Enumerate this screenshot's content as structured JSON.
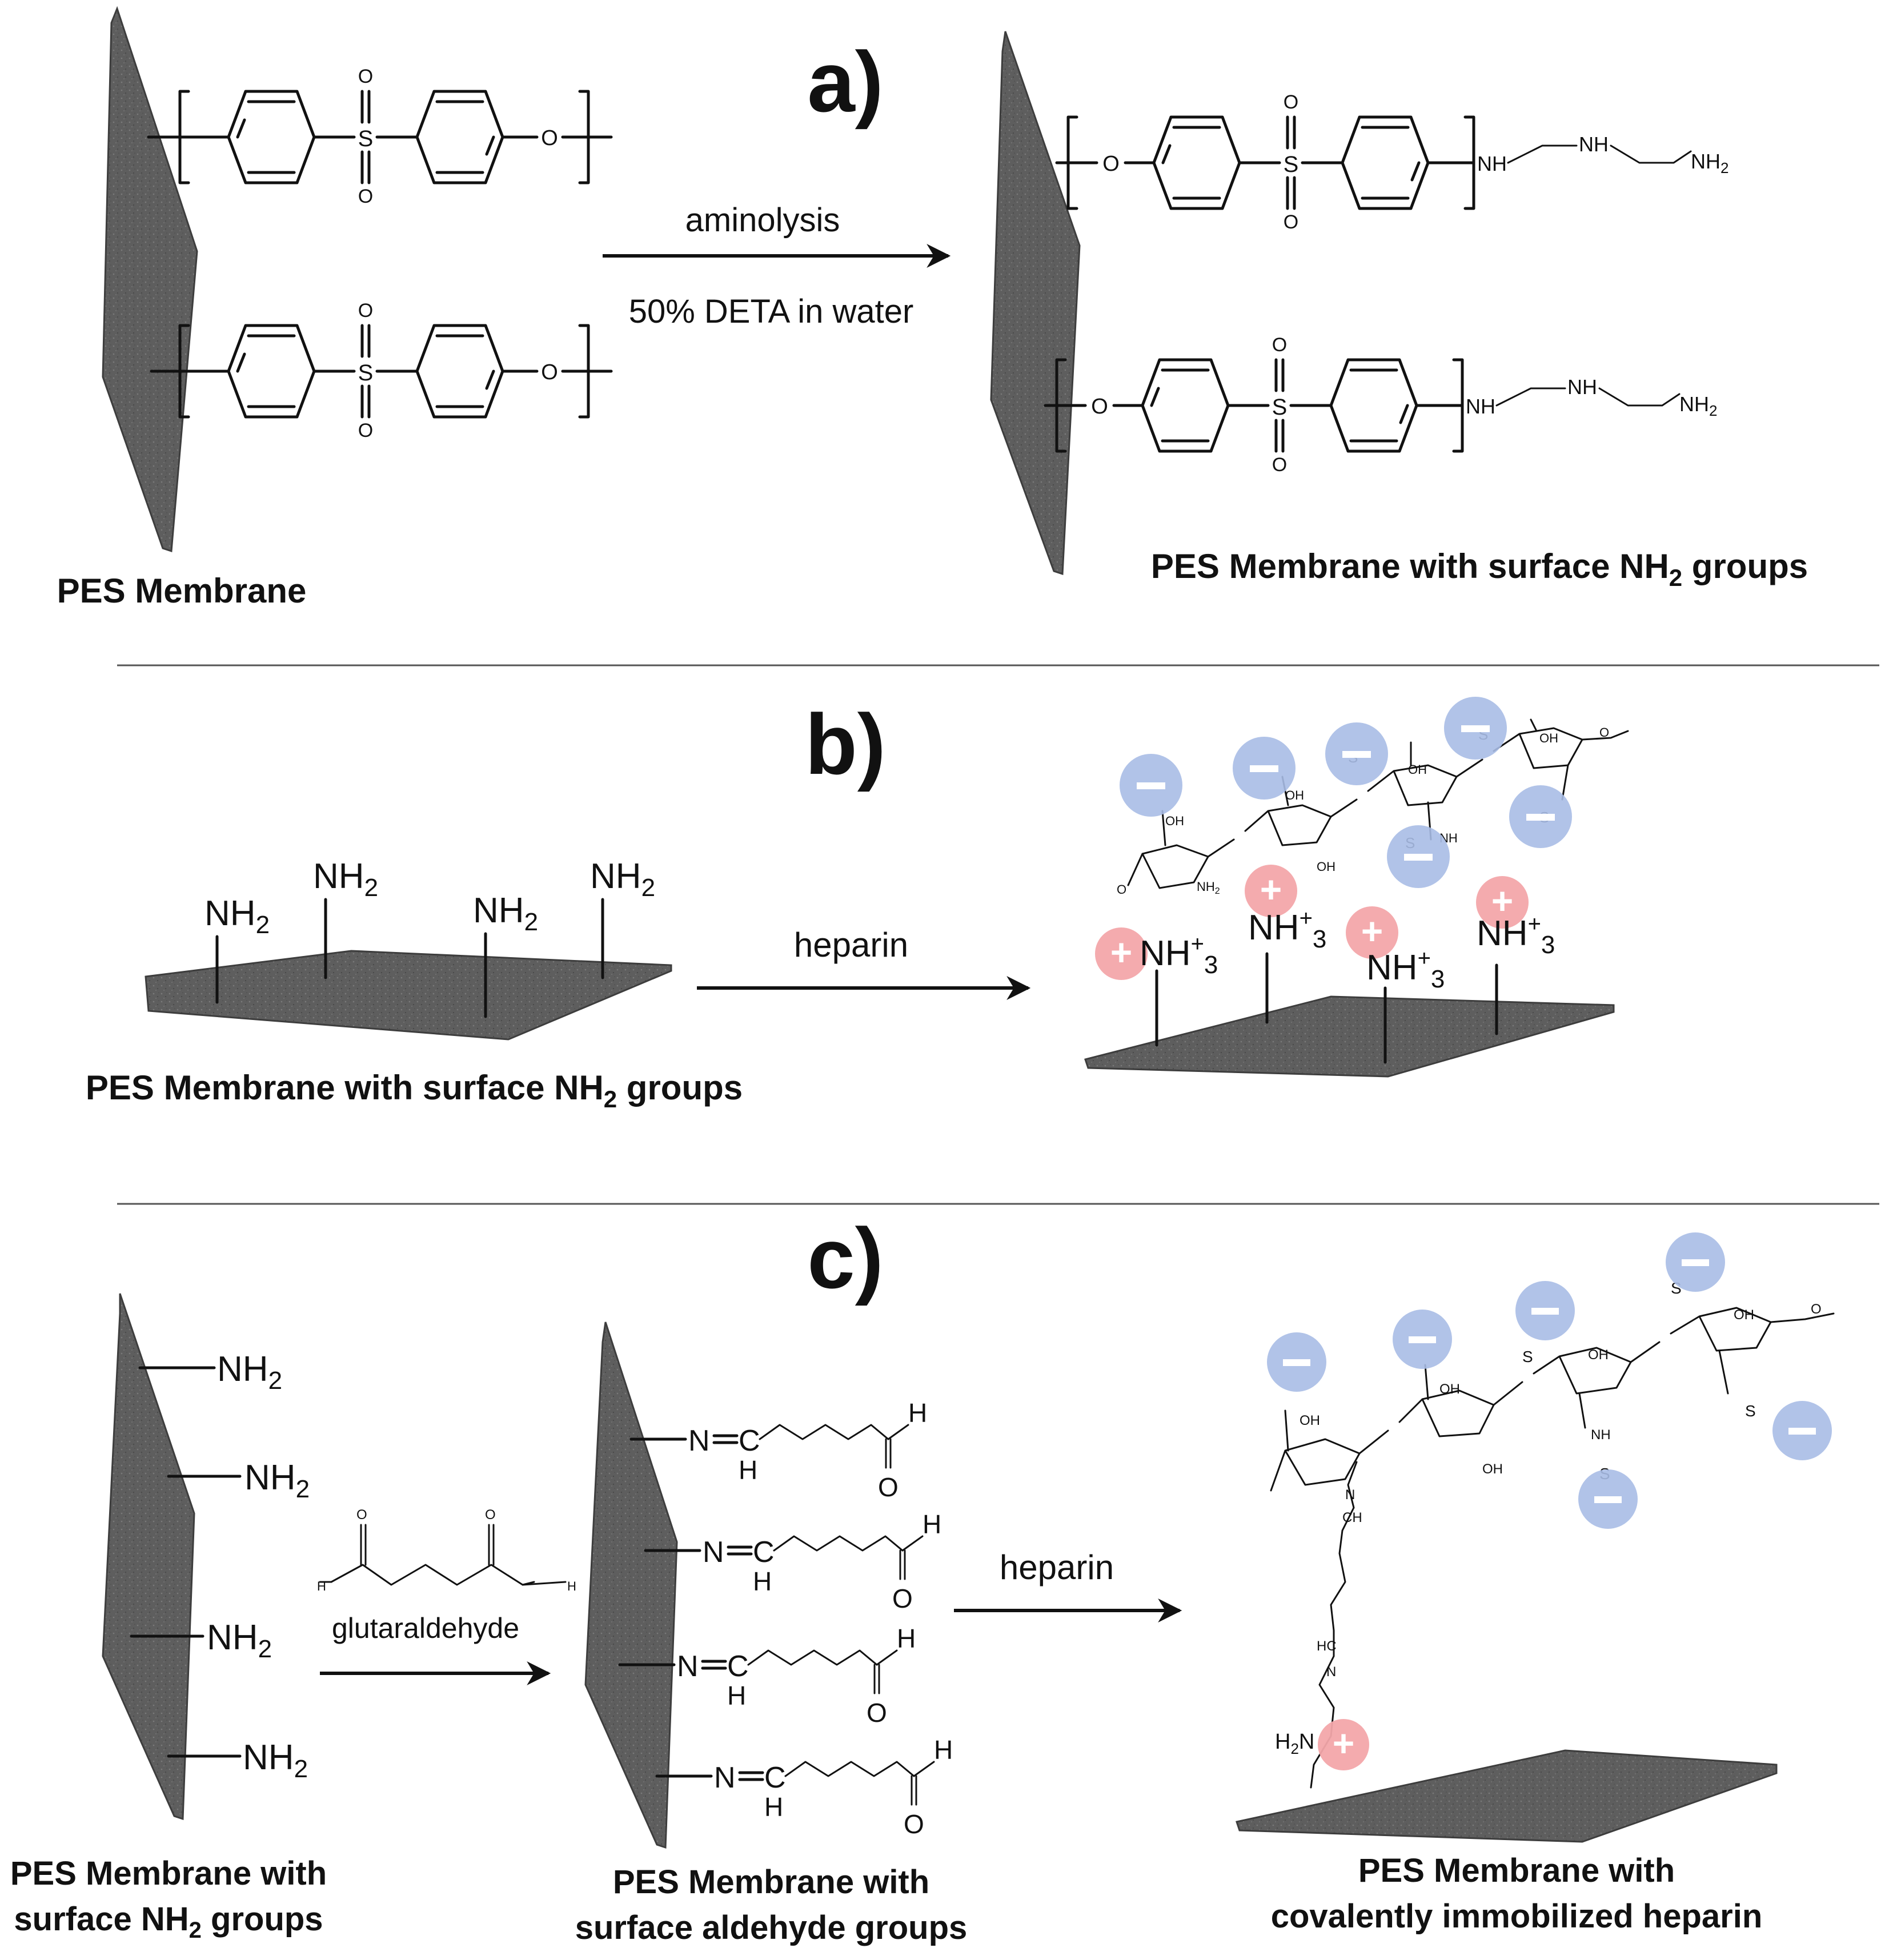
{
  "panels": {
    "a": {
      "letter": "a)",
      "left_label": "PES Membrane",
      "arrow_top": "aminolysis",
      "arrow_bottom": "50% DETA in water",
      "right_label": "PES Membrane with surface NH",
      "right_label_sub": "2",
      "right_label_end": " groups",
      "atoms": {
        "S": "S",
        "O": "O",
        "NH": "NH",
        "NH2": "NH",
        "NH2_sub": "2"
      }
    },
    "b": {
      "letter": "b)",
      "amine": "NH",
      "amine_sub": "2",
      "arrow_label": "heparin",
      "left_label": "PES Membrane with surface NH",
      "left_label_sub": "2",
      "left_label_end": " groups",
      "ammonium": "NH",
      "ammonium_sup": "+",
      "ammonium_sub": "3",
      "heparin_atoms": {
        "OH": "OH",
        "NH": "NH",
        "NH2": "NH",
        "NH2_sub": "2",
        "O": "O",
        "S": "S"
      }
    },
    "c": {
      "letter": "c)",
      "amine": "NH",
      "amine_sub": "2",
      "reagent_label": "glutaraldehyde",
      "arrow_label": "heparin",
      "imine": {
        "N": "N",
        "C": "C",
        "H": "H",
        "O": "O"
      },
      "left_label_line1": "PES Membrane with",
      "left_label_line2": "surface NH",
      "left_label_line2_sub": "2",
      "left_label_line2_end": " groups",
      "mid_label_line1": "PES Membrane with",
      "mid_label_line2": "surface aldehyde groups",
      "right_label_line1": "PES Membrane with",
      "right_label_line2": "covalently immobilized heparin",
      "linker_atoms": {
        "CH": "CH",
        "HC": "HC",
        "N": "N",
        "H2N": "H",
        "H2N_sub": "2",
        "H2N_end": "N"
      }
    }
  },
  "colors": {
    "membrane": "#5a5a5a",
    "negative_charge": "#a9bde6",
    "positive_charge": "#f3a7aa",
    "text": "#111111",
    "divider": "#555555"
  }
}
